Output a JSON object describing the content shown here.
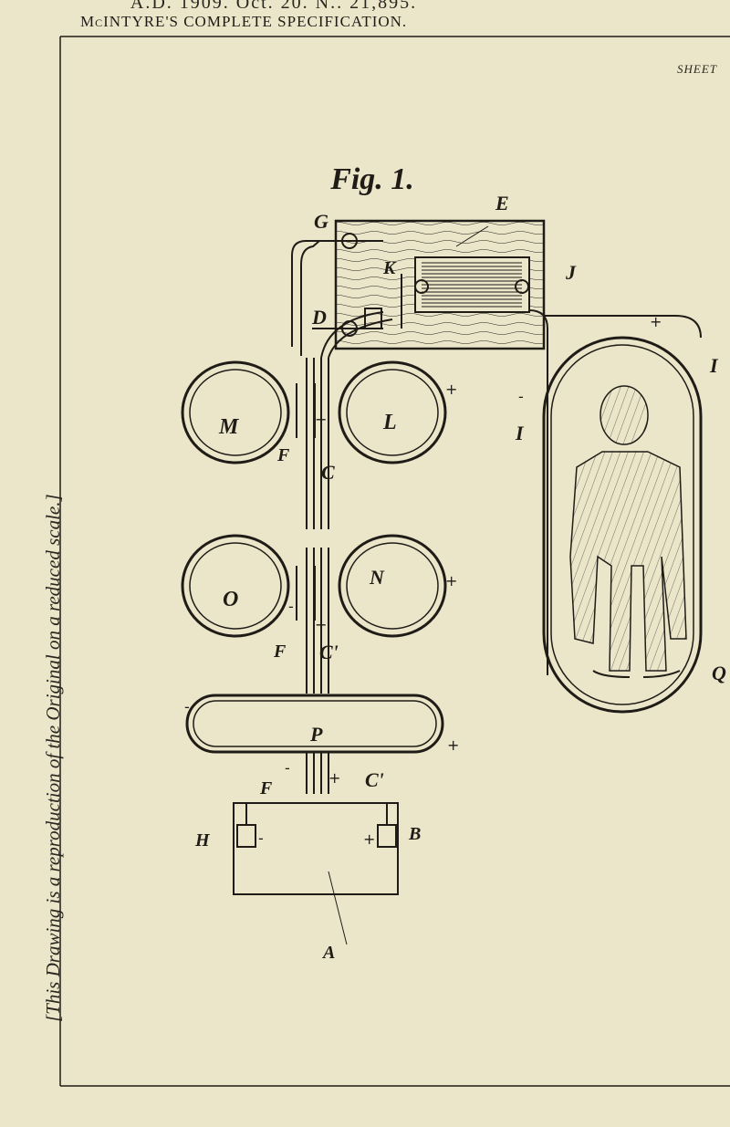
{
  "header": {
    "patent_line": "A.D. 1909. Oct. 20. N.. 21,895.",
    "title": "McINTYRE'S COMPLETE SPECIFICATION.",
    "sheet": "SHEET"
  },
  "side_note": "[This Drawing is a reproduction of the Original on a reduced scale.]",
  "figure": {
    "caption": "Fig. 1.",
    "labels": {
      "G": "G",
      "E": "E",
      "K": "K",
      "J": "J",
      "D": "D",
      "M": "M",
      "L": "L",
      "F1": "F",
      "C": "C",
      "O": "O",
      "N": "N",
      "F2": "F",
      "C1": "C'",
      "P": "P",
      "F3": "F",
      "C2": "C'",
      "H": "H",
      "B": "B",
      "A": "A",
      "I1": "I",
      "I2": "I",
      "Q": "Q"
    },
    "signs": {
      "plus": "+",
      "minus": "-"
    }
  },
  "colors": {
    "paper": "#ebe6c9",
    "ink": "#1f1c17"
  }
}
